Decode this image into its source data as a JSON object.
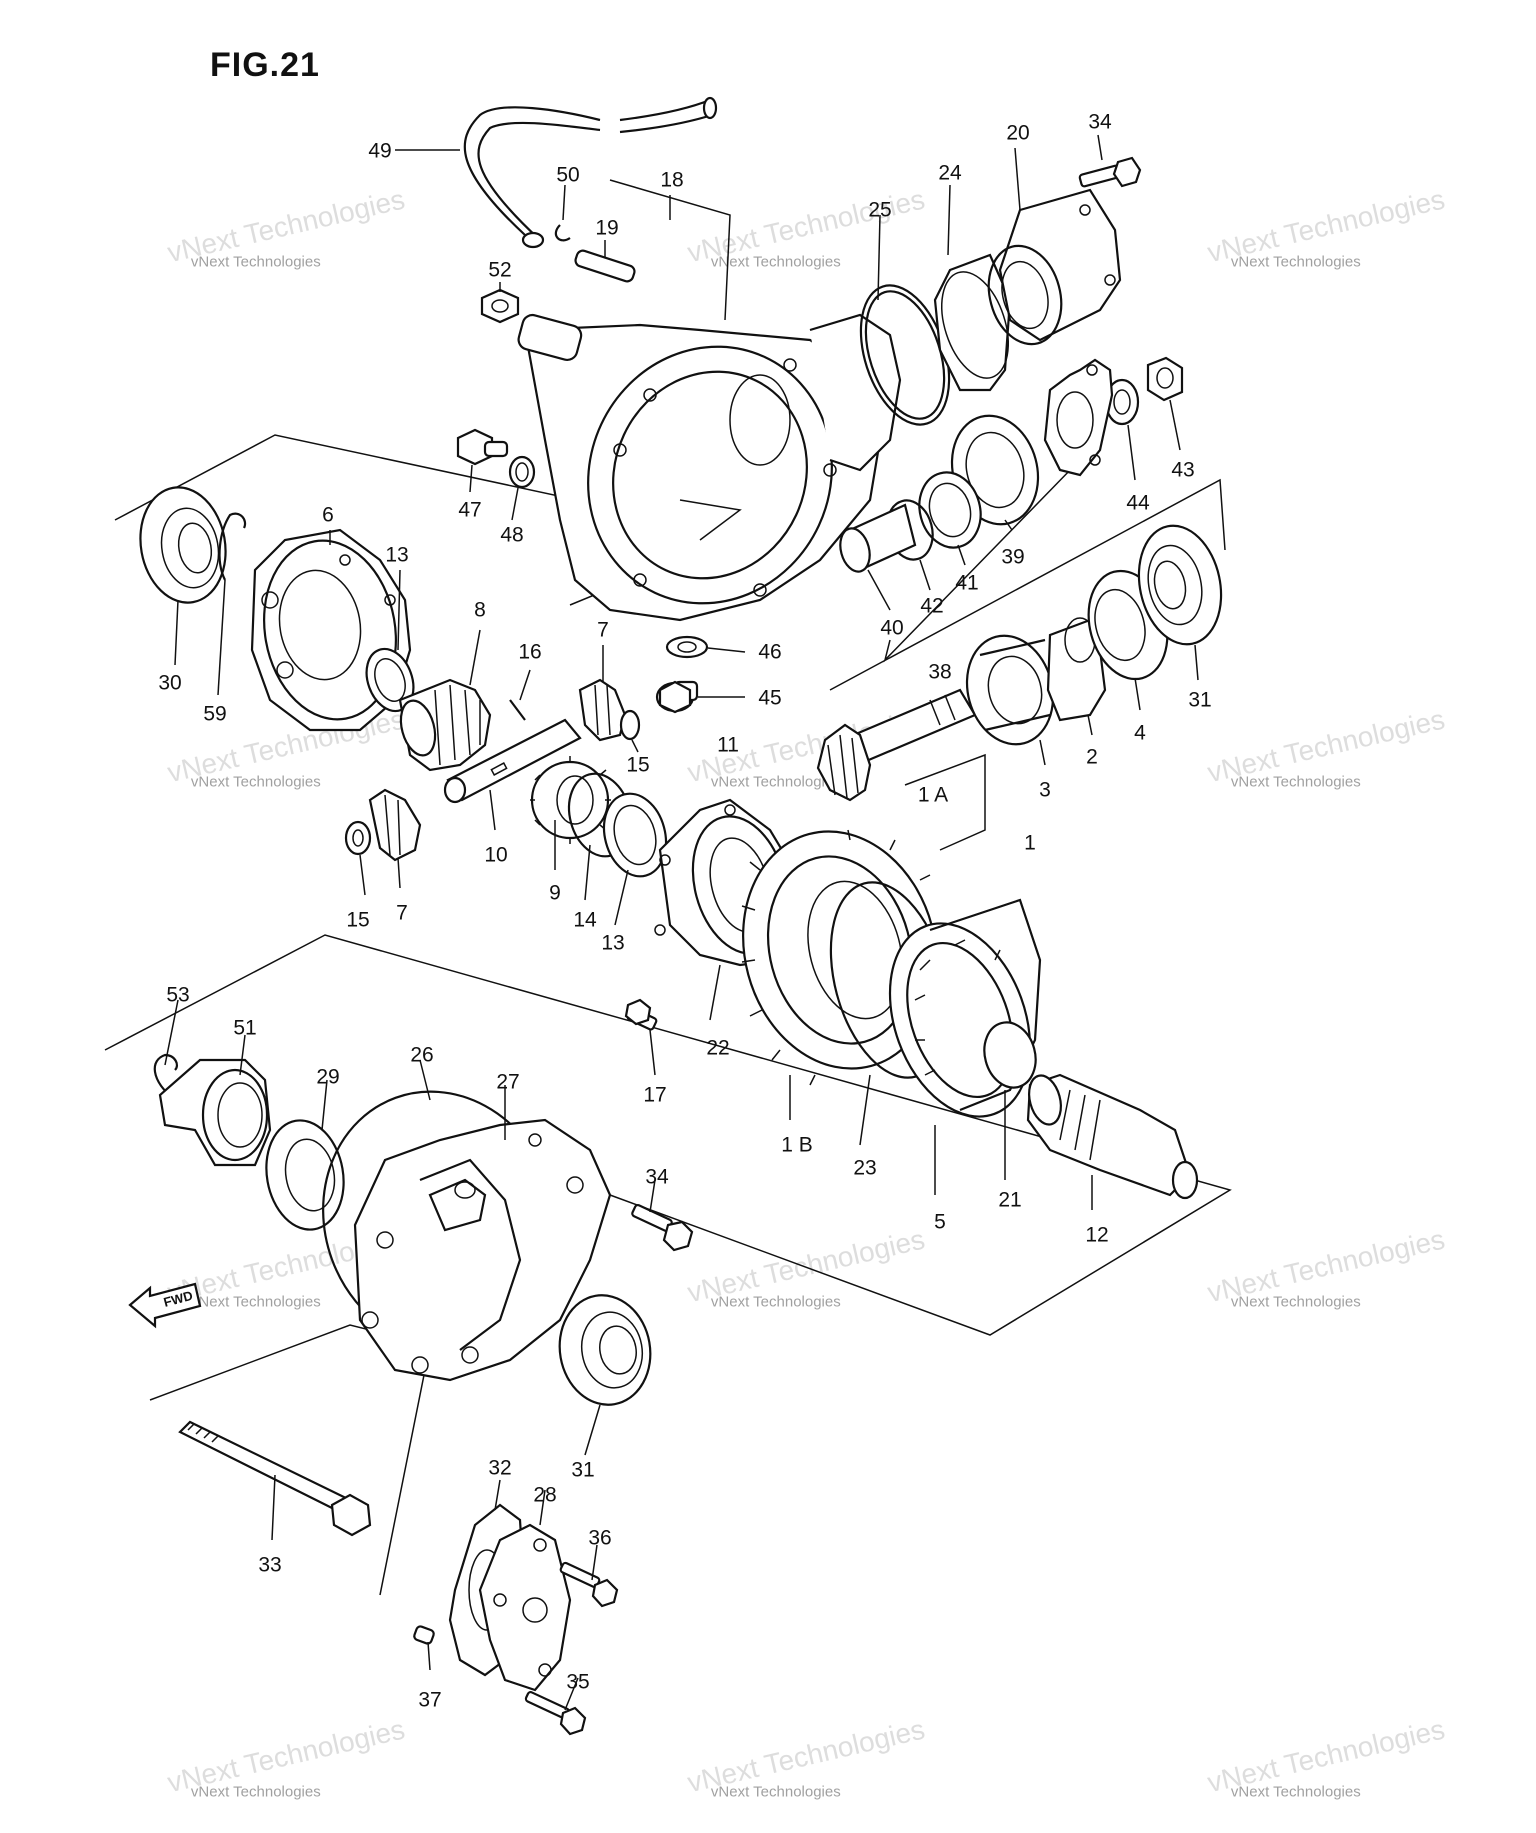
{
  "figure": {
    "title": "FIG.21"
  },
  "watermark": {
    "big": "vNext Technologies",
    "small": "vNext Technologies"
  },
  "fwd_arrow": {
    "label": "FWD"
  },
  "callouts": [
    {
      "id": "49",
      "label": "49"
    },
    {
      "id": "50",
      "label": "50"
    },
    {
      "id": "18",
      "label": "18"
    },
    {
      "id": "19",
      "label": "19"
    },
    {
      "id": "52",
      "label": "52"
    },
    {
      "id": "25",
      "label": "25"
    },
    {
      "id": "24",
      "label": "24"
    },
    {
      "id": "20",
      "label": "20"
    },
    {
      "id": "34a",
      "label": "34"
    },
    {
      "id": "47",
      "label": "47"
    },
    {
      "id": "48",
      "label": "48"
    },
    {
      "id": "44",
      "label": "44"
    },
    {
      "id": "43",
      "label": "43"
    },
    {
      "id": "39",
      "label": "39"
    },
    {
      "id": "41",
      "label": "41"
    },
    {
      "id": "42",
      "label": "42"
    },
    {
      "id": "40",
      "label": "40"
    },
    {
      "id": "38",
      "label": "38"
    },
    {
      "id": "6",
      "label": "6"
    },
    {
      "id": "13a",
      "label": "13"
    },
    {
      "id": "30",
      "label": "30"
    },
    {
      "id": "59",
      "label": "59"
    },
    {
      "id": "8",
      "label": "8"
    },
    {
      "id": "16",
      "label": "16"
    },
    {
      "id": "7a",
      "label": "7"
    },
    {
      "id": "46",
      "label": "46"
    },
    {
      "id": "45",
      "label": "45"
    },
    {
      "id": "15a",
      "label": "15"
    },
    {
      "id": "11",
      "label": "11"
    },
    {
      "id": "1A",
      "label": "1 A"
    },
    {
      "id": "3",
      "label": "3"
    },
    {
      "id": "2",
      "label": "2"
    },
    {
      "id": "4",
      "label": "4"
    },
    {
      "id": "31a",
      "label": "31"
    },
    {
      "id": "10",
      "label": "10"
    },
    {
      "id": "9",
      "label": "9"
    },
    {
      "id": "14",
      "label": "14"
    },
    {
      "id": "13b",
      "label": "13"
    },
    {
      "id": "15b",
      "label": "15"
    },
    {
      "id": "7b",
      "label": "7"
    },
    {
      "id": "1",
      "label": "1"
    },
    {
      "id": "22",
      "label": "22"
    },
    {
      "id": "17",
      "label": "17"
    },
    {
      "id": "1B",
      "label": "1 B"
    },
    {
      "id": "23",
      "label": "23"
    },
    {
      "id": "5",
      "label": "5"
    },
    {
      "id": "21",
      "label": "21"
    },
    {
      "id": "12",
      "label": "12"
    },
    {
      "id": "53",
      "label": "53"
    },
    {
      "id": "51",
      "label": "51"
    },
    {
      "id": "29",
      "label": "29"
    },
    {
      "id": "26",
      "label": "26"
    },
    {
      "id": "27",
      "label": "27"
    },
    {
      "id": "34b",
      "label": "34"
    },
    {
      "id": "31b",
      "label": "31"
    },
    {
      "id": "33",
      "label": "33"
    },
    {
      "id": "32",
      "label": "32"
    },
    {
      "id": "28",
      "label": "28"
    },
    {
      "id": "36",
      "label": "36"
    },
    {
      "id": "35",
      "label": "35"
    },
    {
      "id": "37",
      "label": "37"
    }
  ]
}
